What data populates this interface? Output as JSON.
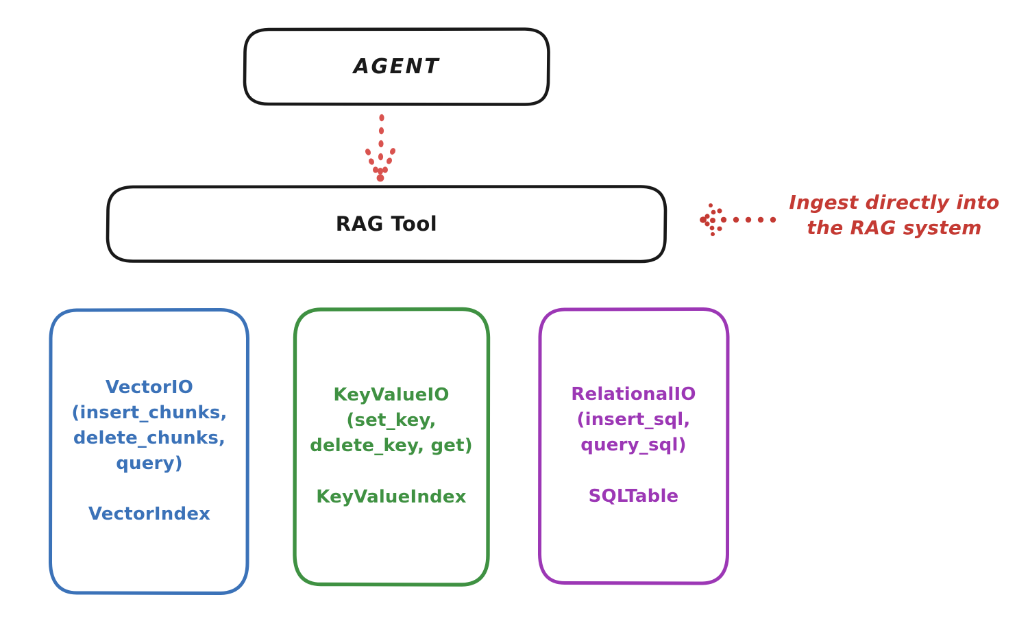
{
  "diagram": {
    "title": "RAG Tool architecture diagram",
    "background": "#ffffff",
    "colors": {
      "stroke_dark": "#191919",
      "vector_blue": "#3b72b8",
      "keyvalue_green": "#3f9142",
      "relational_purple": "#9c37b5",
      "annotation_red": "#c43a33"
    }
  },
  "nodes": {
    "agent": {
      "label": "AGENT",
      "color": "#191919"
    },
    "rag_tool": {
      "label": "RAG Tool",
      "color": "#191919"
    },
    "vector_io": {
      "title": "VectorIO",
      "methods": "(insert_chunks,\ndelete_chunks,\nquery)",
      "index": "VectorIndex",
      "text": "VectorIO\n(insert_chunks,\ndelete_chunks,\nquery)",
      "color": "#3b72b8"
    },
    "keyvalue_io": {
      "title": "KeyValueIO",
      "methods": "(set_key,\ndelete_key, get)",
      "index": "KeyValueIndex",
      "text": "KeyValueIO\n(set_key,\ndelete_key, get)",
      "color": "#3f9142"
    },
    "relational_io": {
      "title": "RelationalIO",
      "methods": "(insert_sql,\nquery_sql)",
      "index": "SQLTable",
      "text": "RelationalIO\n(insert_sql,\nquery_sql)",
      "color": "#9c37b5"
    }
  },
  "annotations": {
    "ingest_note": {
      "text": "Ingest directly into\nthe RAG system",
      "color": "#c43a33"
    }
  },
  "connectors": [
    {
      "name": "agent-to-rag-tool",
      "style": "dotted",
      "color": "#d9534f",
      "direction": "down",
      "from": "agent",
      "to": "rag_tool"
    },
    {
      "name": "ingest-note-to-rag-tool",
      "style": "dotted",
      "color": "#c43a33",
      "direction": "left",
      "from": "ingest_note",
      "to": "rag_tool"
    }
  ]
}
